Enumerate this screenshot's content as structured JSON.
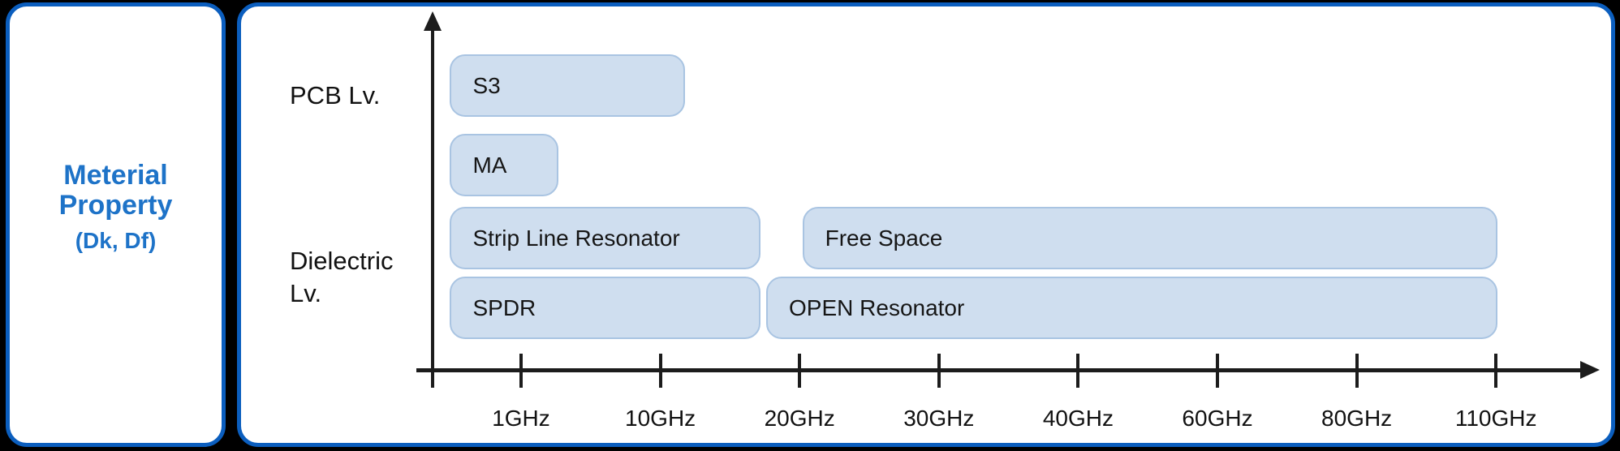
{
  "page": {
    "background": "#000000"
  },
  "colors": {
    "panel_border": "#0b5ebe",
    "panel_background": "#ffffff",
    "title_blue": "#1e73c8",
    "bar_fill": "#cfdeef",
    "bar_border": "#a9c4e2",
    "axis": "#1c1c1c",
    "text": "#111111"
  },
  "left_panel": {
    "title_line1": "Meterial",
    "title_line2": "Property",
    "subtitle": "(Dk, Df)"
  },
  "chart": {
    "row_labels": {
      "pcb": "PCB Lv.",
      "dielectric_line1": "Dielectric",
      "dielectric_line2": "Lv."
    },
    "ticks": [
      "1GHz",
      "10GHz",
      "20GHz",
      "30GHz",
      "40GHz",
      "60GHz",
      "80GHz",
      "110GHz"
    ],
    "bars": [
      {
        "label": "S3",
        "row": 0,
        "start": -0.51,
        "end": 1.18
      },
      {
        "label": "MA",
        "row": 1,
        "start": -0.51,
        "end": 0.27
      },
      {
        "label": "Strip Line Resonator",
        "row": 2,
        "start": -0.51,
        "end": 1.72
      },
      {
        "label": "Free Space",
        "row": 2,
        "start": 2.02,
        "end": 7.01
      },
      {
        "label": "SPDR",
        "row": 3,
        "start": -0.51,
        "end": 1.72
      },
      {
        "label": "OPEN Resonator",
        "row": 3,
        "start": 1.76,
        "end": 7.01
      }
    ]
  }
}
